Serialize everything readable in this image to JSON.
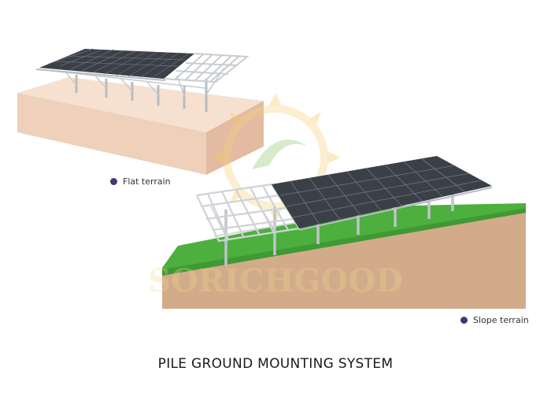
{
  "labels": {
    "flat": "Flat terrain",
    "slope": "Slope terrain"
  },
  "caption": "PILE GROUND MOUNTING SYSTEM",
  "watermark": {
    "text": "SORICHGOOD",
    "icon": "sun-logo-icon"
  },
  "colors": {
    "legend_dot": "#3d3a78",
    "flat_ground": "#f1d6c4",
    "slope_grass": "#4caf3e",
    "slope_soil": "#cfa888",
    "panel": "#3b4048",
    "frame": "#c9cdd1"
  }
}
